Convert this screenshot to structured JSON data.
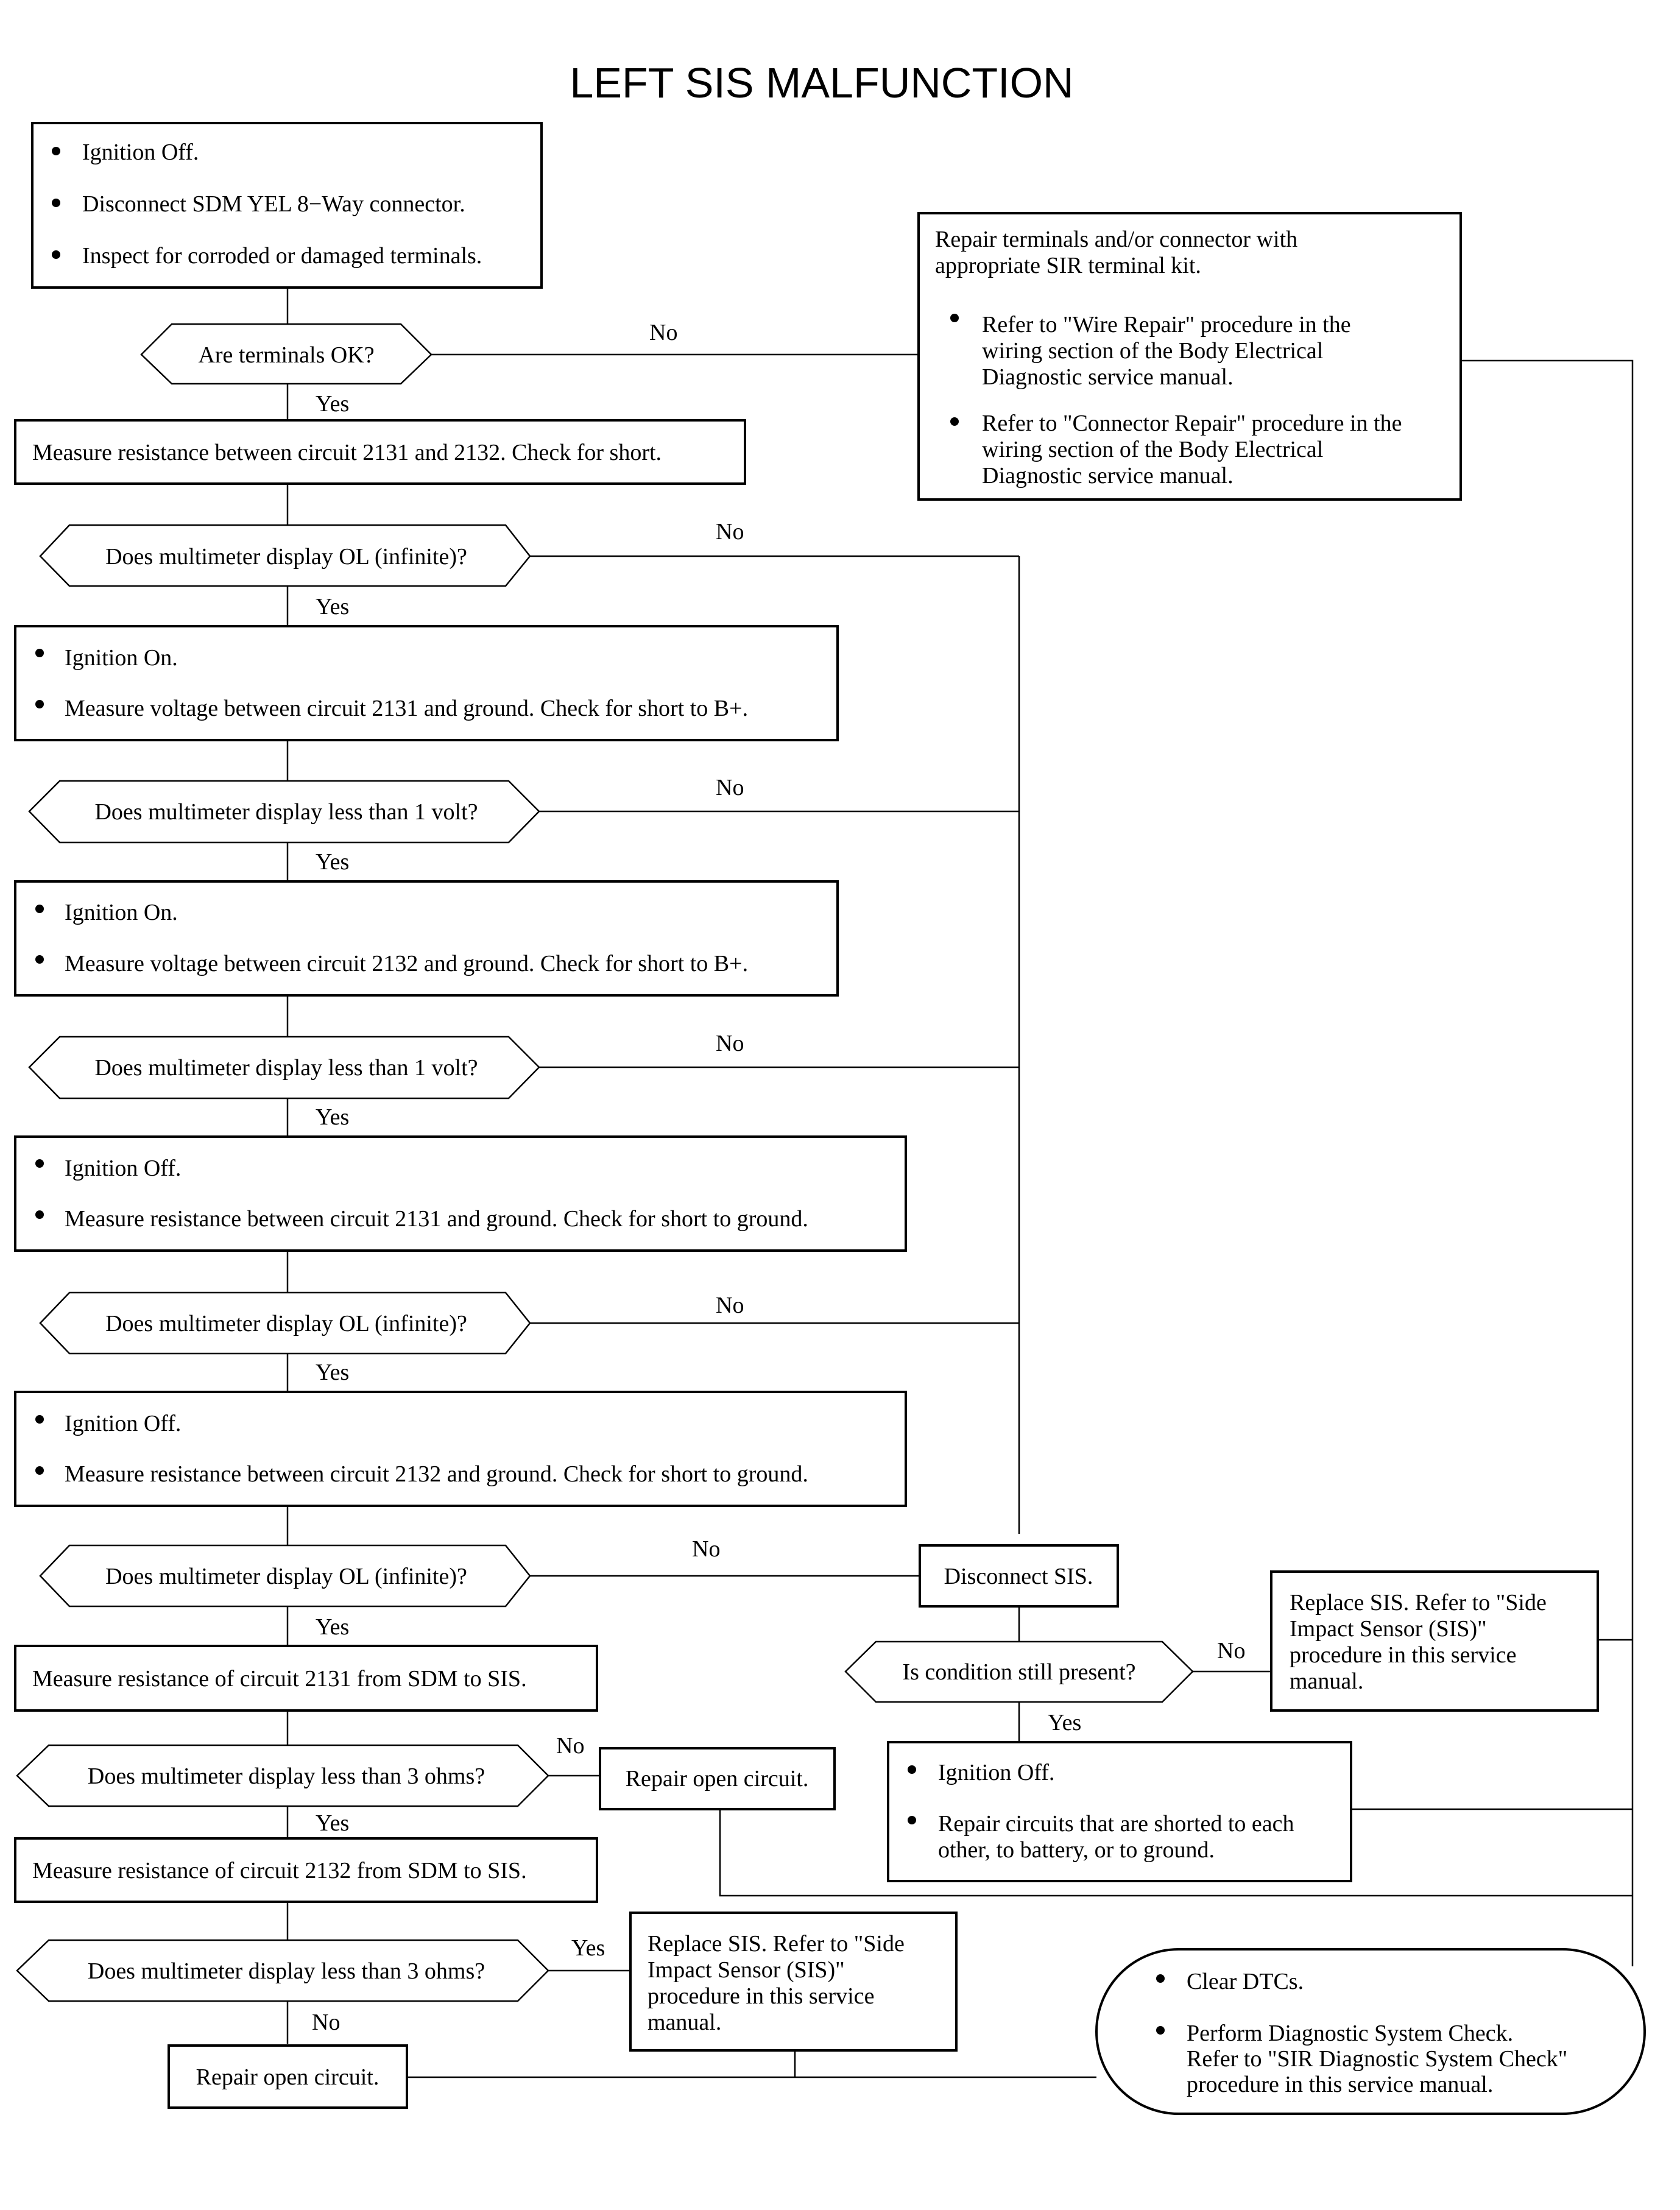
{
  "title": "LEFT SIS MALFUNCTION",
  "labels": {
    "yes": "Yes",
    "no": "No"
  },
  "steps": {
    "inspect": [
      "Ignition Off.",
      "Disconnect SDM YEL 8−Way connector.",
      "Inspect for corroded or damaged terminals."
    ],
    "q_terminals": "Are terminals OK?",
    "repair_terminals": {
      "intro": [
        "Repair terminals and/or connector with",
        "appropriate SIR terminal kit."
      ],
      "bullet1": [
        "Refer to \"Wire Repair\" procedure in the",
        "wiring section of the Body Electrical",
        "Diagnostic service manual."
      ],
      "bullet2": [
        "Refer to \"Connector Repair\" procedure in the",
        "wiring section of the Body Electrical",
        "Diagnostic service manual."
      ]
    },
    "measure_short": "Measure resistance between circuit 2131 and 2132. Check for short.",
    "q_ol": "Does multimeter display OL (infinite)?",
    "volt_2131": [
      "Ignition On.",
      "Measure voltage between circuit 2131 and ground. Check for short to B+."
    ],
    "q_lt1": "Does multimeter display less than 1 volt?",
    "volt_2132": [
      "Ignition On.",
      "Measure voltage between circuit 2132 and ground. Check for short to B+."
    ],
    "gnd_2131": [
      "Ignition Off.",
      "Measure resistance between circuit 2131 and ground. Check for short to ground."
    ],
    "gnd_2132": [
      "Ignition Off.",
      "Measure resistance between circuit 2132 and ground. Check for short to ground."
    ],
    "disconnect_sis": "Disconnect SIS.",
    "q_condition": "Is condition still present?",
    "replace_sis": [
      "Replace SIS.  Refer to \"Side",
      "Impact Sensor (SIS)\"",
      "procedure in this service",
      "manual."
    ],
    "meas_2131": "Measure resistance of circuit 2131 from SDM to SIS.",
    "q_lt3": "Does multimeter display less than 3 ohms?",
    "repair_open": "Repair open circuit.",
    "repair_shorted": [
      "Ignition Off.",
      "Repair circuits that are shorted to each",
      "other, to battery, or to ground."
    ],
    "meas_2132": "Measure resistance of circuit 2132 from SDM to SIS.",
    "repair_open_final": "Repair open circuit.",
    "final": {
      "bullet1": "Clear DTCs.",
      "bullet2": [
        "Perform Diagnostic System Check.",
        "Refer to \"SIR Diagnostic System Check\"",
        "procedure in this service manual."
      ]
    }
  }
}
